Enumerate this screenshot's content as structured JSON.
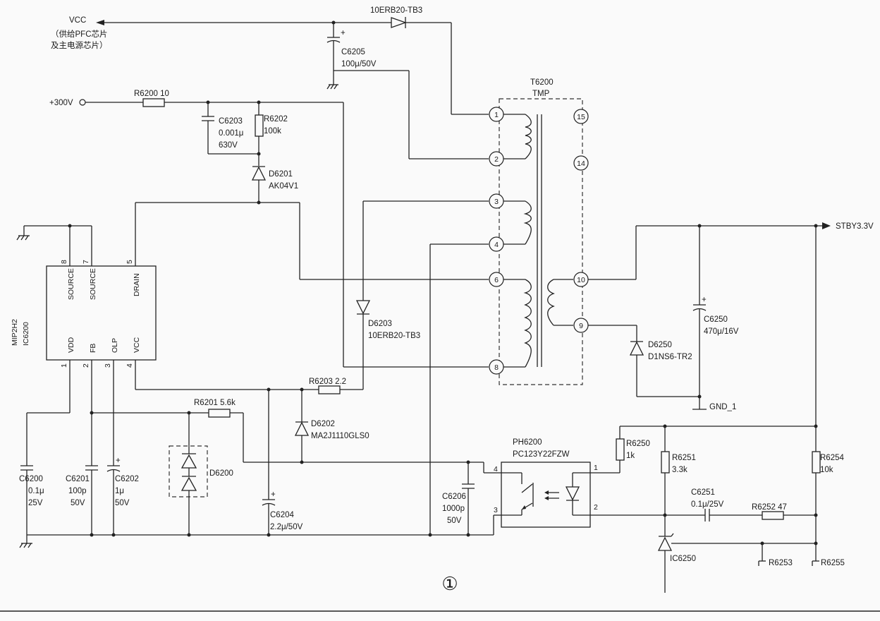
{
  "labels": {
    "vcc": "VCC",
    "vcc_note1": "（供给PFC芯片",
    "vcc_note2": "及主电源芯片）",
    "d6204_part": "10ERB20-TB3",
    "c6205": "C6205",
    "c6205_val": "100μ/50V",
    "plus300": "+300V",
    "r6200": "R6200  10",
    "c6203": "C6203",
    "c6203_val1": "0.001μ",
    "c6203_val2": "630V",
    "r6202": "R6202",
    "r6202_val": "100k",
    "d6201": "D6201",
    "d6201_val": "AK04V1",
    "t6200": "T6200",
    "t6200_type": "TMP",
    "d6203": "D6203",
    "d6203_val": "10ERB20-TB3",
    "stby": "STBY3.3V",
    "c6250": "C6250",
    "c6250_val": "470μ/16V",
    "d6250": "D6250",
    "d6250_val": "D1NS6-TR2",
    "gnd1": "GND_1",
    "r6203": "R6203  2.2",
    "r6201": "R6201  5.6k",
    "d6202": "D6202",
    "d6202_val": "MA2J1110GLS0",
    "d6200": "D6200",
    "ph6200": "PH6200",
    "ph6200_val": "PC123Y22FZW",
    "r6250": "R6250",
    "r6250_val": "1k",
    "r6251": "R6251",
    "r6251_val": "3.3k",
    "r6254": "R6254",
    "r6254_val": "10k",
    "c6251": "C6251",
    "c6251_val": "0.1μ/25V",
    "r6252": "R6252  47",
    "c6200": "C6200",
    "c6200_v1": "0.1μ",
    "c6200_v2": "25V",
    "c6201": "C6201",
    "c6201_v1": "100p",
    "c6201_v2": "50V",
    "c6202": "C6202",
    "c6202_v1": "1μ",
    "c6202_v2": "50V",
    "c6204": "C6204",
    "c6204_val": "2.2μ/50V",
    "c6206": "C6206",
    "c6206_v1": "1000p",
    "c6206_v2": "50V",
    "ic6250": "IC6250",
    "r6253": "R6253",
    "r6255": "R6255",
    "figure_number": "①"
  },
  "ic6200": {
    "name": "MIP2H2",
    "ref": "IC6200",
    "pins_top": [
      {
        "num": "8",
        "name": "SOURCE"
      },
      {
        "num": "7",
        "name": "SOURCE"
      },
      {
        "num": "5",
        "name": "DRAIN"
      }
    ],
    "pins_bottom": [
      {
        "num": "1",
        "name": "VDD"
      },
      {
        "num": "2",
        "name": "FB"
      },
      {
        "num": "3",
        "name": "OLP"
      },
      {
        "num": "4",
        "name": "VCC"
      }
    ]
  },
  "transformer_pins": [
    "1",
    "2",
    "3",
    "4",
    "6",
    "8",
    "15",
    "14",
    "10",
    "9"
  ],
  "optocoupler_pins": [
    "4",
    "3",
    "1",
    "2"
  ]
}
